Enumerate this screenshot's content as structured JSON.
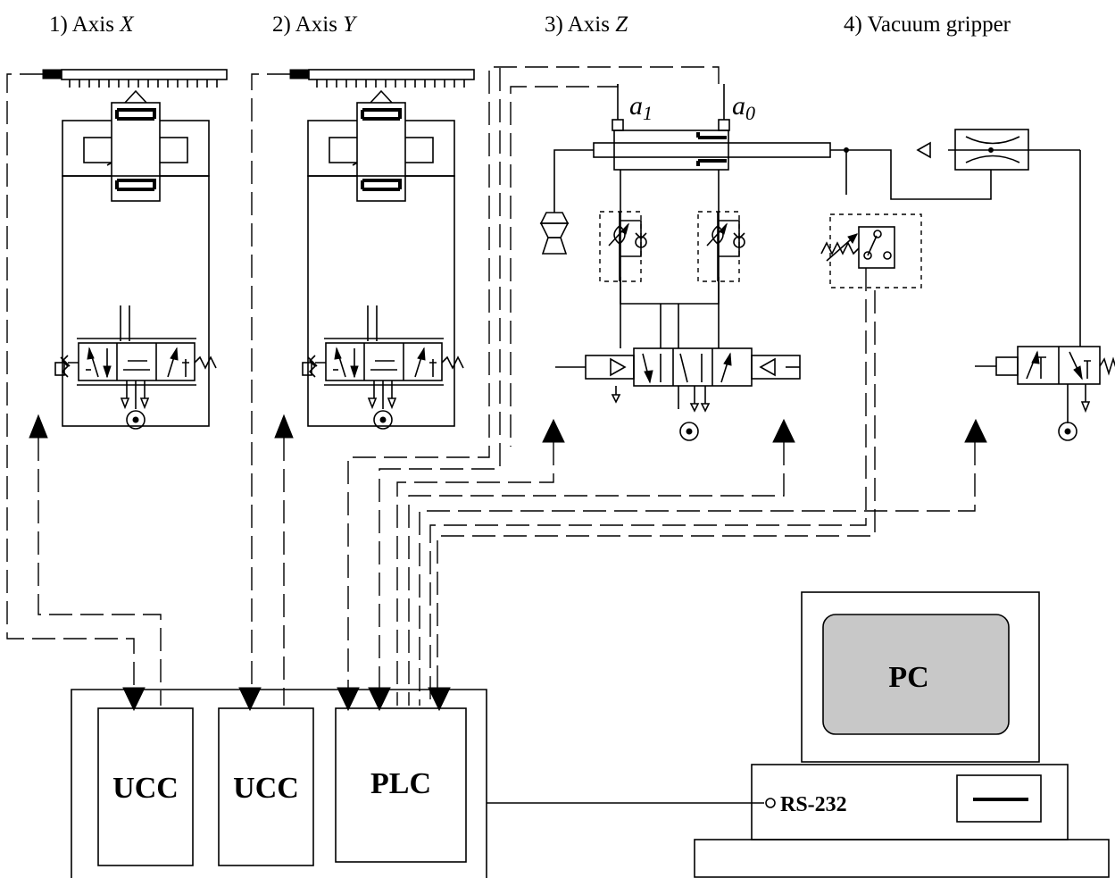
{
  "axis_labels": {
    "axis_x": {
      "prefix": "1) Axis ",
      "var": "X"
    },
    "axis_y": {
      "prefix": "2) Axis ",
      "var": "Y"
    },
    "axis_z": {
      "prefix": "3) Axis ",
      "var": "Z"
    },
    "gripper": {
      "prefix": "4) Vacuum gripper"
    }
  },
  "sensors": {
    "a1": {
      "base": "a",
      "sub": "1"
    },
    "a0": {
      "base": "a",
      "sub": "0"
    }
  },
  "controller": {
    "ucc_1": "UCC",
    "ucc_2": "UCC",
    "plc": "PLC"
  },
  "pc": {
    "screen_label": "PC",
    "port_label": "RS-232",
    "screen_color": "#c8c8c8"
  }
}
